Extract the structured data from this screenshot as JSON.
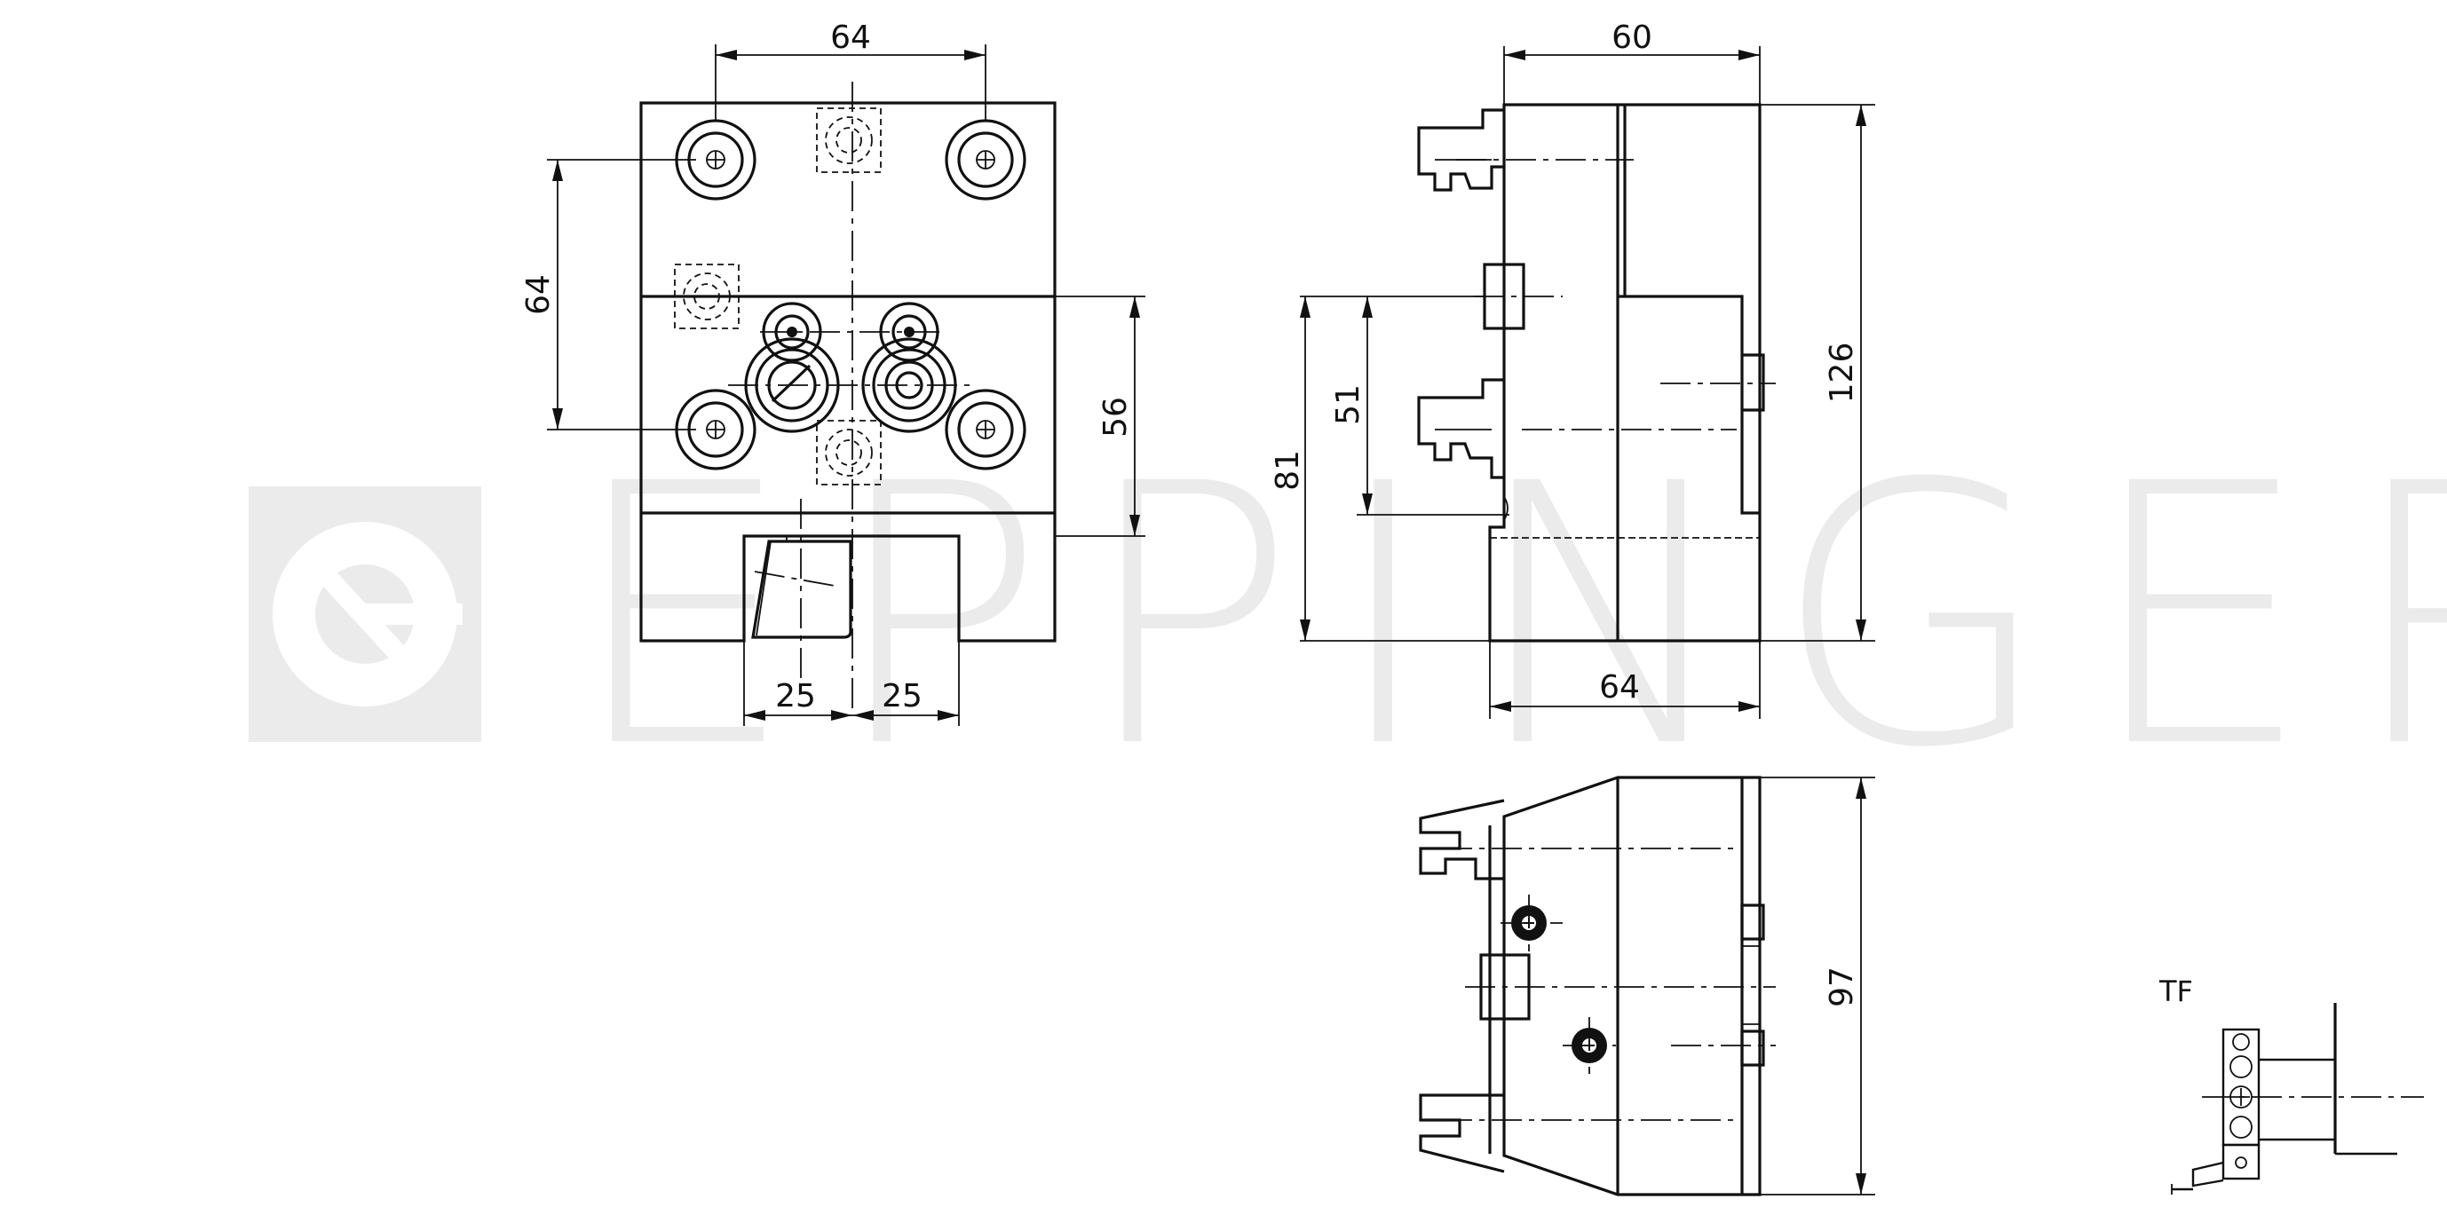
{
  "watermark": {
    "text": "EPPINGER",
    "color": "#ebebeb"
  },
  "front_view": {
    "dims": {
      "top_width": "64",
      "left_height": "64",
      "right_height": "56",
      "bottom_left": "25",
      "bottom_right": "25"
    }
  },
  "side_view": {
    "dims": {
      "top_width": "60",
      "right_height": "126",
      "left_outer": "81",
      "left_inner": "51",
      "bottom_width": "64"
    }
  },
  "top_view": {
    "dims": {
      "right_height": "97"
    }
  },
  "symbol": {
    "label": "TF"
  },
  "colors": {
    "line": "#111111",
    "background": "#ffffff",
    "watermark": "#ebebeb"
  }
}
